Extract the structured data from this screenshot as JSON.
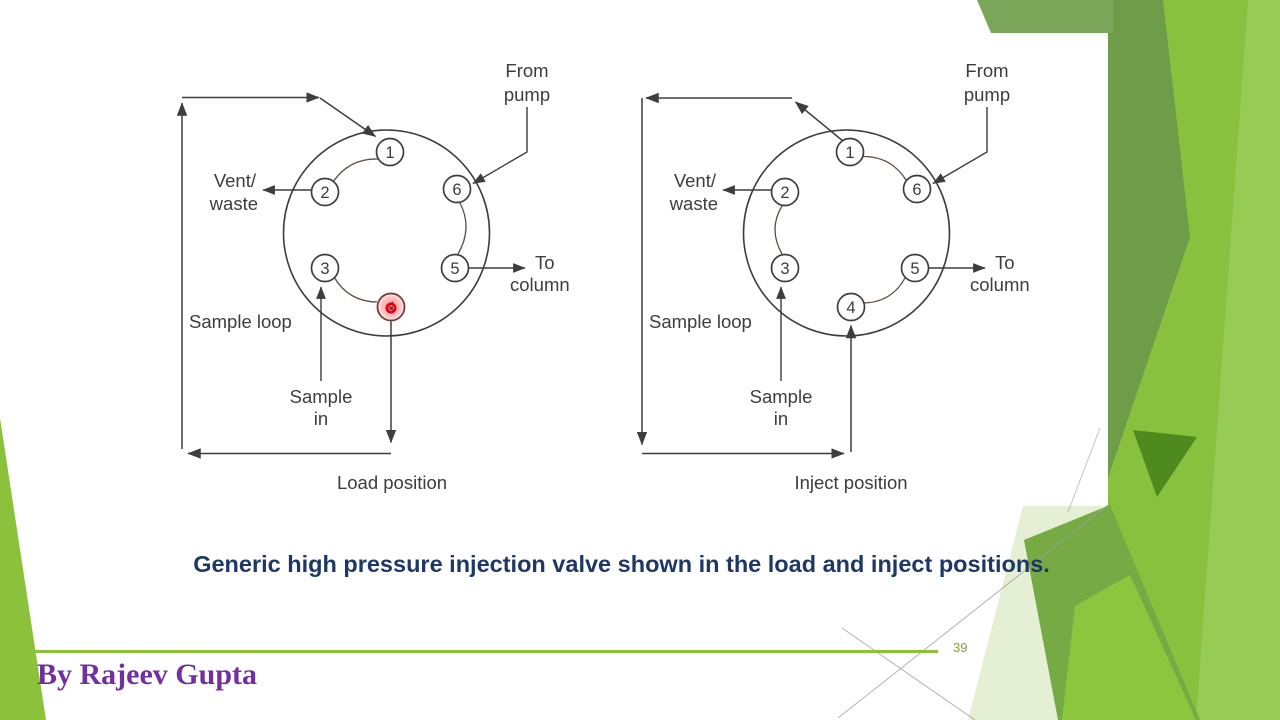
{
  "slide": {
    "caption": "Generic high pressure injection valve shown in the load and inject positions.",
    "footer": "By Rajeev Gupta",
    "page_number": "39"
  },
  "valve": {
    "ports": [
      "1",
      "2",
      "3",
      "4",
      "5",
      "6"
    ],
    "labels": {
      "from_pump_line1": "From",
      "from_pump_line2": "pump",
      "vent_line1": "Vent/",
      "vent_line2": "waste",
      "to_column_line1": "To",
      "to_column_line2": "column",
      "sample_loop": "Sample loop",
      "sample_in_line1": "Sample",
      "sample_in_line2": "in"
    },
    "positions": {
      "load": "Load position",
      "inject": "Inject position"
    },
    "load_connected_ports": [
      [
        "1",
        "2"
      ],
      [
        "3",
        "4"
      ],
      [
        "5",
        "6"
      ]
    ],
    "inject_connected_ports": [
      [
        "1",
        "6"
      ],
      [
        "2",
        "3"
      ],
      [
        "4",
        "5"
      ]
    ],
    "highlight": {
      "diagram": "load",
      "port": "4"
    }
  },
  "colors": {
    "accent_green": "#8cc63f",
    "sage_green": "#6f9c49",
    "caption_navy": "#1e3865",
    "author_purple": "#7030a0",
    "laser_red": "#dd0016",
    "diagram_gray": "#3d3d3d"
  }
}
